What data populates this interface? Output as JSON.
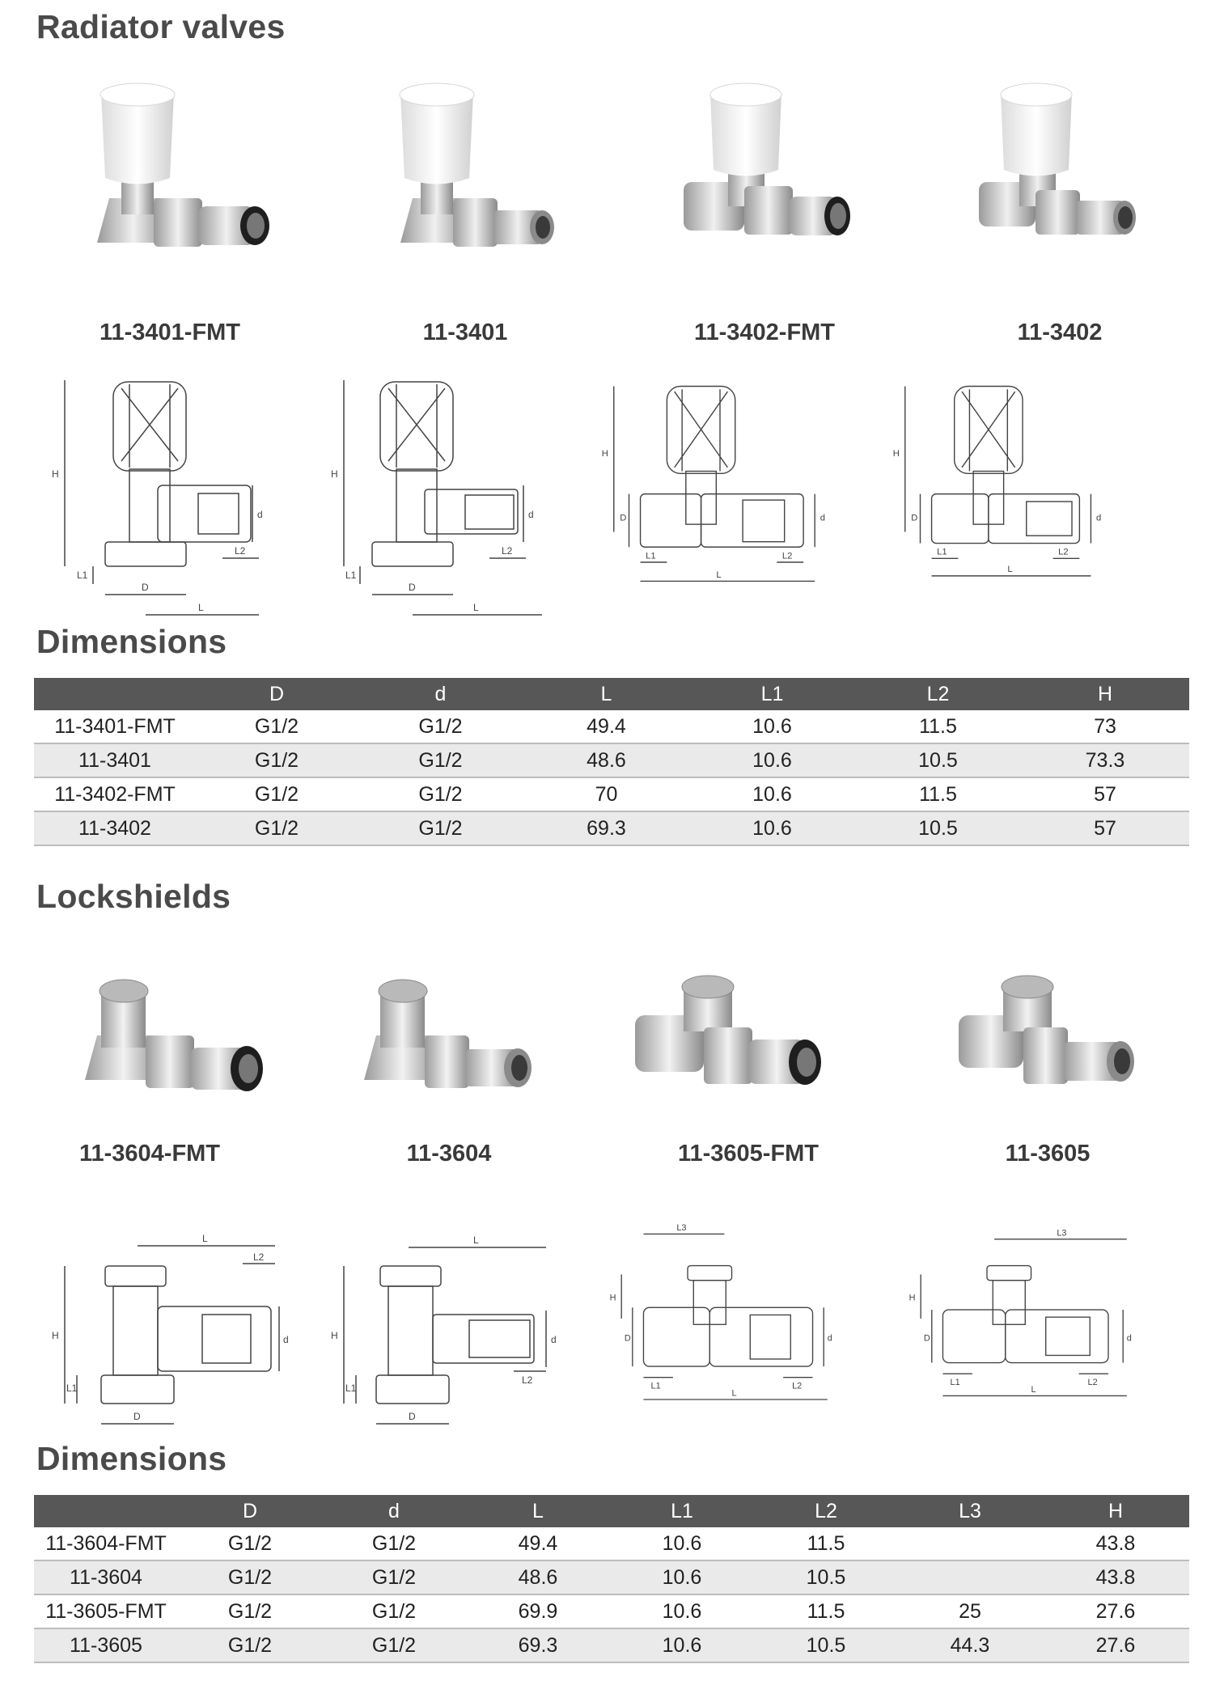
{
  "radiator": {
    "title": "Radiator valves",
    "products": [
      "11-3401-FMT",
      "11-3401",
      "11-3402-FMT",
      "11-3402"
    ]
  },
  "radiator_dims": {
    "title": "Dimensions",
    "headers": [
      "",
      "D",
      "d",
      "L",
      "L1",
      "L2",
      "H"
    ],
    "rows": [
      [
        "11-3401-FMT",
        "G1/2",
        "G1/2",
        "49.4",
        "10.6",
        "11.5",
        "73"
      ],
      [
        "11-3401",
        "G1/2",
        "G1/2",
        "48.6",
        "10.6",
        "10.5",
        "73.3"
      ],
      [
        "11-3402-FMT",
        "G1/2",
        "G1/2",
        "70",
        "10.6",
        "11.5",
        "57"
      ],
      [
        "11-3402",
        "G1/2",
        "G1/2",
        "69.3",
        "10.6",
        "10.5",
        "57"
      ]
    ]
  },
  "lockshield": {
    "title": "Lockshields",
    "products": [
      "11-3604-FMT",
      "11-3604",
      "11-3605-FMT",
      "11-3605"
    ]
  },
  "lockshield_dims": {
    "title": "Dimensions",
    "headers": [
      "",
      "D",
      "d",
      "L",
      "L1",
      "L2",
      "L3",
      "H"
    ],
    "rows": [
      [
        "11-3604-FMT",
        "G1/2",
        "G1/2",
        "49.4",
        "10.6",
        "11.5",
        "",
        "43.8"
      ],
      [
        "11-3604",
        "G1/2",
        "G1/2",
        "48.6",
        "10.6",
        "10.5",
        "",
        "43.8"
      ],
      [
        "11-3605-FMT",
        "G1/2",
        "G1/2",
        "69.9",
        "10.6",
        "11.5",
        "25",
        "27.6"
      ],
      [
        "11-3605",
        "G1/2",
        "G1/2",
        "69.3",
        "10.6",
        "10.5",
        "44.3",
        "27.6"
      ]
    ]
  },
  "drawing_labels": {
    "h": "H",
    "d_upper": "D",
    "d_lower": "d",
    "l": "L",
    "l1": "L1",
    "l2": "L2",
    "l3": "L3"
  },
  "colors": {
    "header_bg": "#575757",
    "row_alt": "#eaeaea",
    "cap_white": "#f2f2f2",
    "chrome": "#c9c9c9",
    "seal_black": "#1e1e1e"
  }
}
